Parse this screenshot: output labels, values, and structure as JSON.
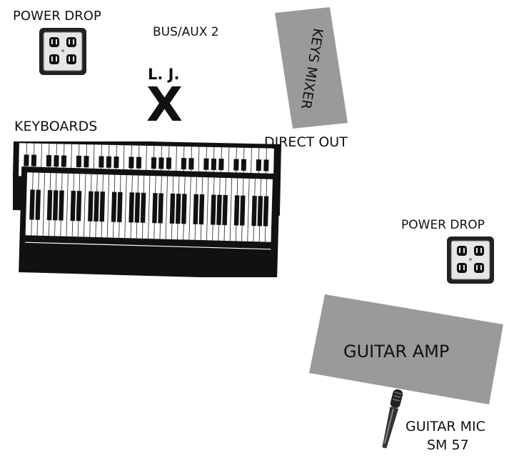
{
  "labels": {
    "power_drop_top": "POWER DROP",
    "bus_aux": "BUS/AUX 2",
    "lj": "L. J.",
    "x_mark": "X",
    "keyboards": "KEYBOARDS",
    "keys_mixer": "KEYS MIXER",
    "direct_out": "DIRECT OUT",
    "power_drop_right": "POWER DROP",
    "guitar_amp": "GUITAR AMP",
    "guitar_mic_line1": "GUITAR MIC",
    "guitar_mic_line2": "SM 57"
  },
  "colors": {
    "gray_block": "#9a9a9a",
    "outlet_frame": "#222222",
    "outlet_plate": "#e6e6e6"
  },
  "icons": [
    "power-outlet-icon",
    "keyboard-icon",
    "microphone-icon"
  ]
}
